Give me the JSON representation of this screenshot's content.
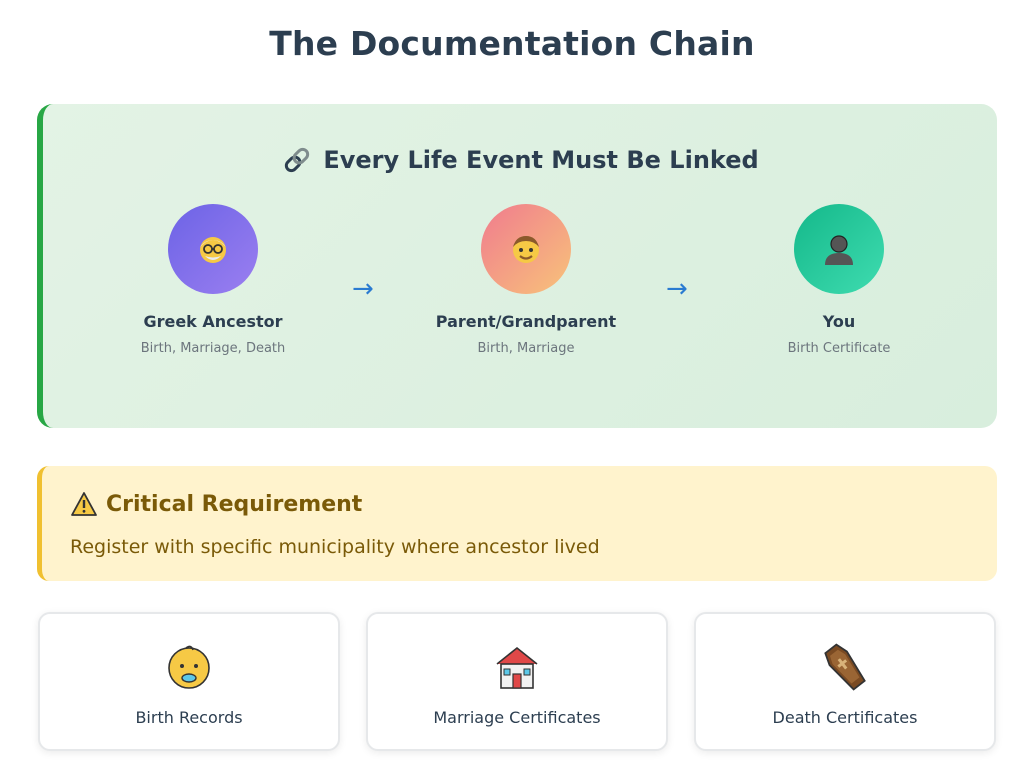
{
  "page": {
    "title": "The Documentation Chain"
  },
  "chain": {
    "heading": "Every Life Event Must Be Linked",
    "heading_icon": "link-icon",
    "steps": [
      {
        "name": "Greek Ancestor",
        "docs": "Birth, Marriage, Death",
        "icon": "old-man-icon",
        "gradient": [
          "#6c63e6",
          "#9b7ff0"
        ]
      },
      {
        "name": "Parent/Grandparent",
        "docs": "Birth, Marriage",
        "icon": "man-icon",
        "gradient": [
          "#f07b8e",
          "#f8c37a"
        ]
      },
      {
        "name": "You",
        "docs": "Birth Certificate",
        "icon": "person-silhouette-icon",
        "gradient": [
          "#14b88a",
          "#3fdcb0"
        ]
      }
    ],
    "arrow": "→",
    "accent": "#28a745"
  },
  "warning": {
    "title": "Critical Requirement",
    "icon": "warning-icon",
    "text": "Register with specific municipality where ancestor lived",
    "accent": "#f0c030"
  },
  "records": [
    {
      "label": "Birth Records",
      "icon": "baby-icon"
    },
    {
      "label": "Marriage Certificates",
      "icon": "wedding-house-icon"
    },
    {
      "label": "Death Certificates",
      "icon": "coffin-icon"
    }
  ]
}
